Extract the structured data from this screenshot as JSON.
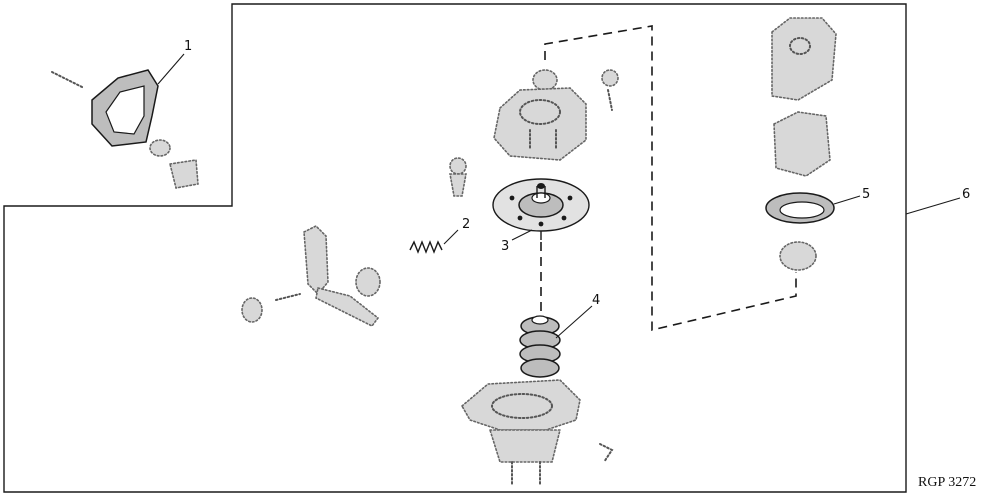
{
  "callouts": {
    "c1": "1",
    "c2": "2",
    "c3": "3",
    "c4": "4",
    "c5": "5",
    "c6": "6"
  },
  "figure_code": "RGP 3272"
}
